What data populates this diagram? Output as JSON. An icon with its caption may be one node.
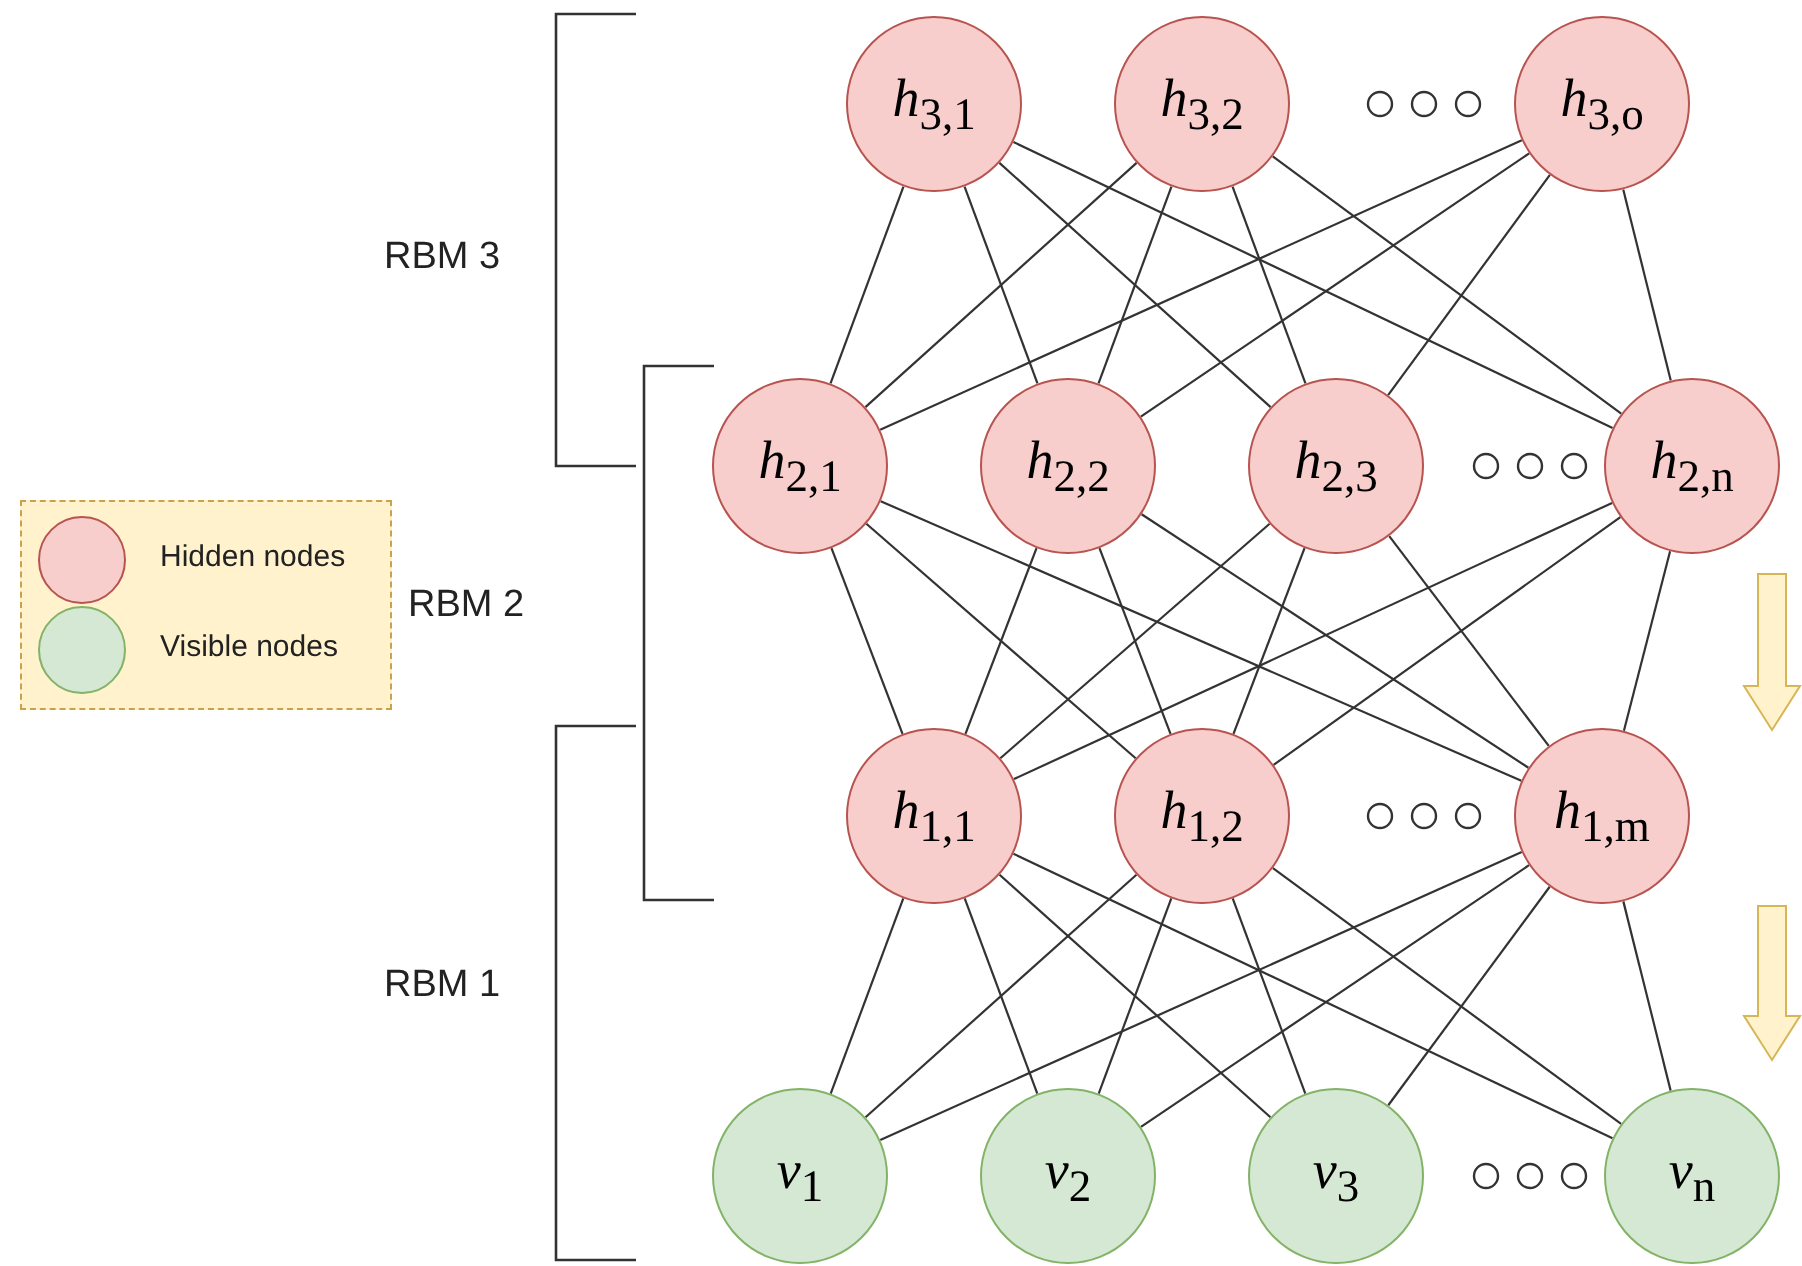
{
  "diagram": {
    "nodes": [
      {
        "text": [
          "*h*$_{3,1}$"
        ]
      },
      {
        "text": [
          "*h*$_{3,2}$"
        ]
      },
      {
        "text": [
          "*h*$_{3,o}$"
        ]
      },
      {
        "text": [
          "*h*$_{2,1}$"
        ]
      },
      {
        "text": [
          "*h*$_{2,2}$"
        ]
      },
      {
        "text": [
          "*h*$_{2,3}$"
        ]
      },
      {
        "text": [
          "*h*$_{2,n}$"
        ]
      },
      {
        "text": [
          "*h*$_{1,1}$"
        ]
      },
      {
        "text": [
          "*h*$_{1,2}$"
        ]
      },
      {
        "text": [
          "*h*$_{1,m}$"
        ]
      },
      {
        "text": [
          "*v*$_{1}$"
        ]
      },
      {
        "text": [
          "*v*$_{2}$"
        ]
      },
      {
        "text": [
          "*v*$_{3}$"
        ]
      },
      {
        "text": [
          "*v*$_{n}$"
        ]
      }
    ],
    "edges": [
      {
        "from": 0,
        "to": 3,
        "arrow": "none"
      },
      {
        "from": 0,
        "to": 4,
        "arrow": "none"
      },
      {
        "from": 0,
        "to": 5,
        "arrow": "none"
      },
      {
        "from": 0,
        "to": 6,
        "arrow": "none"
      },
      {
        "from": 1,
        "to": 3,
        "arrow": "none"
      },
      {
        "from": 1,
        "to": 4,
        "arrow": "none"
      },
      {
        "from": 1,
        "to": 5,
        "arrow": "none"
      },
      {
        "from": 1,
        "to": 6,
        "arrow": "none"
      },
      {
        "from": 2,
        "to": 3,
        "arrow": "none"
      },
      {
        "from": 2,
        "to": 4,
        "arrow": "none"
      },
      {
        "from": 2,
        "to": 5,
        "arrow": "none"
      },
      {
        "from": 2,
        "to": 6,
        "arrow": "none"
      },
      {
        "from": 3,
        "to": 7,
        "arrow": "none"
      },
      {
        "from": 3,
        "to": 8,
        "arrow": "none"
      },
      {
        "from": 3,
        "to": 9,
        "arrow": "none"
      },
      {
        "from": 4,
        "to": 7,
        "arrow": "none"
      },
      {
        "from": 4,
        "to": 8,
        "arrow": "none"
      },
      {
        "from": 4,
        "to": 9,
        "arrow": "none"
      },
      {
        "from": 5,
        "to": 7,
        "arrow": "none"
      },
      {
        "from": 5,
        "to": 8,
        "arrow": "none"
      },
      {
        "from": 5,
        "to": 9,
        "arrow": "none"
      },
      {
        "from": 6,
        "to": 7,
        "arrow": "none"
      },
      {
        "from": 6,
        "to": 8,
        "arrow": "none"
      },
      {
        "from": 6,
        "to": 9,
        "arrow": "none"
      },
      {
        "from": 7,
        "to": 10,
        "arrow": "none"
      },
      {
        "from": 7,
        "to": 11,
        "arrow": "none"
      },
      {
        "from": 7,
        "to": 12,
        "arrow": "none"
      },
      {
        "from": 7,
        "to": 13,
        "arrow": "none"
      },
      {
        "from": 8,
        "to": 10,
        "arrow": "none"
      },
      {
        "from": 8,
        "to": 11,
        "arrow": "none"
      },
      {
        "from": 8,
        "to": 12,
        "arrow": "none"
      },
      {
        "from": 8,
        "to": 13,
        "arrow": "none"
      },
      {
        "from": 9,
        "to": 10,
        "arrow": "none"
      },
      {
        "from": 9,
        "to": 11,
        "arrow": "none"
      },
      {
        "from": 9,
        "to": 12,
        "arrow": "none"
      },
      {
        "from": 9,
        "to": 13,
        "arrow": "none"
      }
    ],
    "labels": [
      "RBM 3",
      "RBM 2",
      "RBM 1"
    ],
    "legend": [
      {
        "text": "Hidden nodes",
        "color": "#f8cecc"
      },
      {
        "text": "Visible nodes",
        "color": "#d5e8d4"
      }
    ]
  }
}
